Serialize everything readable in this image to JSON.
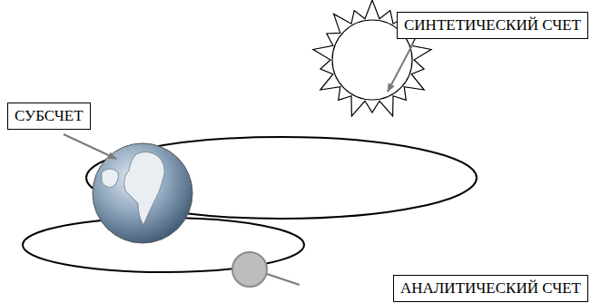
{
  "diagram": {
    "nodes": [
      {
        "text": [
          "СИНТЕТИЧЕСКИЙ СЧЕТ"
        ]
      },
      {
        "text": [
          "СУБСЧЕТ"
        ]
      },
      {
        "text": [
          "АНАЛИТИЧЕСКИЙ СЧЕТ"
        ]
      }
    ]
  }
}
